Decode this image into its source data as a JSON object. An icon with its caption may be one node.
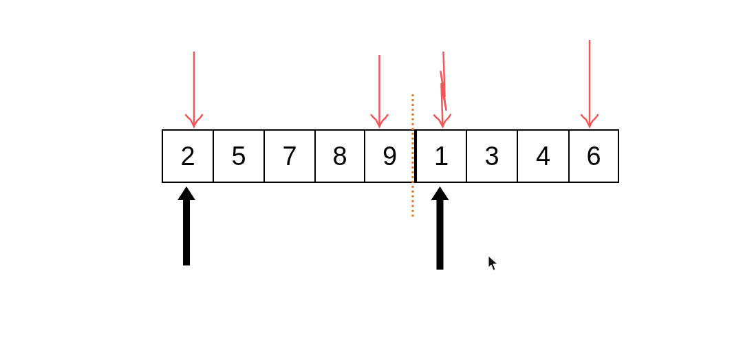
{
  "diagram": {
    "nodes": [
      {
        "text": [
          "2"
        ]
      },
      {
        "text": [
          "5"
        ]
      },
      {
        "text": [
          "7"
        ]
      },
      {
        "text": [
          "8"
        ]
      },
      {
        "text": [
          "9"
        ]
      },
      {
        "text": [
          "1"
        ]
      },
      {
        "text": [
          "3"
        ]
      },
      {
        "text": [
          "4"
        ]
      },
      {
        "text": [
          "6"
        ]
      }
    ],
    "edges": [
      {
        "from": null,
        "to": 0,
        "arrow": "to"
      },
      {
        "from": null,
        "to": 4,
        "arrow": "to"
      },
      {
        "from": null,
        "to": 5,
        "arrow": "to"
      },
      {
        "from": null,
        "to": 8,
        "arrow": "to"
      },
      {
        "from": null,
        "to": 0,
        "arrow": "to",
        "style": "thick",
        "color": "#000000"
      },
      {
        "from": null,
        "to": 5,
        "arrow": "to",
        "style": "thick",
        "color": "#000000"
      }
    ]
  }
}
